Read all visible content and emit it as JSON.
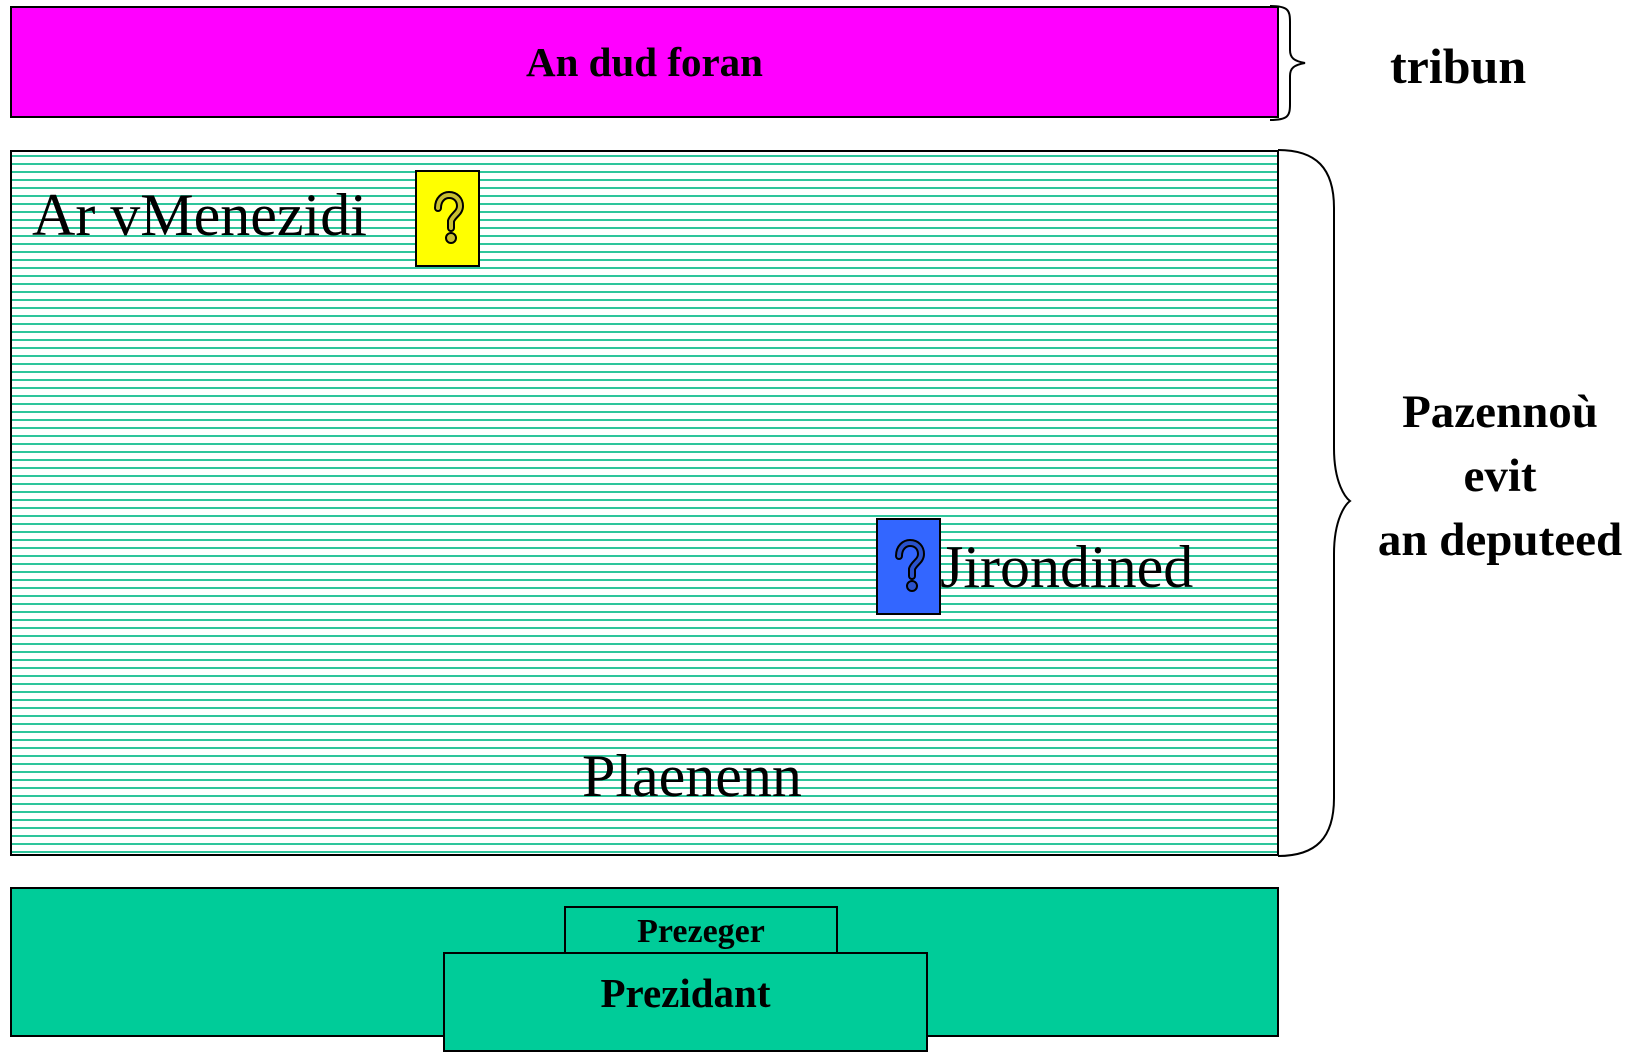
{
  "tribune": {
    "label": "An dud foran",
    "caption": "tribun",
    "fill_color": "#ff00ff"
  },
  "assembly": {
    "stripe_color": "#2ec59b",
    "groups": {
      "montagnards": {
        "label": "Ar vMenezidi",
        "marker": "question-mark-icon",
        "marker_color": "#ffff00"
      },
      "girondins": {
        "label": "Jirondined",
        "marker": "question-mark-icon",
        "marker_color": "#3366ff"
      },
      "plain": {
        "label": "Plaenenn"
      }
    },
    "caption_lines": [
      "Pazennoù",
      "evit",
      "an deputeed"
    ]
  },
  "bureau": {
    "fill_color": "#00cc99",
    "secretary": "Prezeger",
    "president": "Prezidant"
  }
}
